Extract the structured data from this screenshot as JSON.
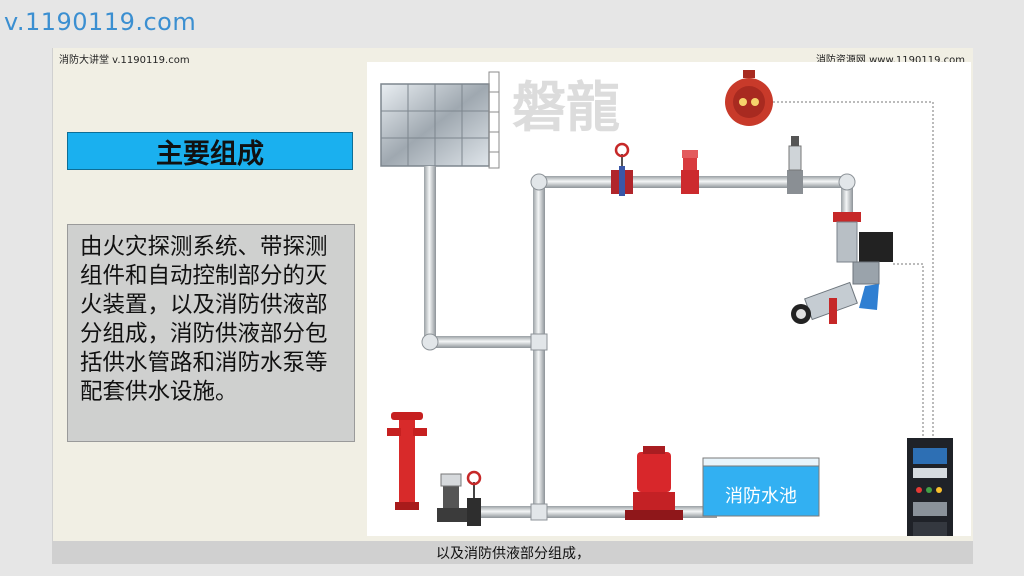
{
  "watermark": "v.1190119.com",
  "slide": {
    "header_left": "消防大讲堂 v.1190119.com",
    "header_right": "消防资源网 www.1190119.com",
    "title": "主要组成",
    "body_text": "由火灾探测系统、带探测组件和自动控制部分的灭火装置，以及消防供液部分组成，消防供液部分包括供水管路和消防水泵等配套供水设施。",
    "caption": "以及消防供液部分组成，",
    "diagram": {
      "pool_label": "消防水池",
      "bg_logo_text": "磐龍"
    }
  },
  "colors": {
    "watermark": "#3b8fd1",
    "title_bg": "#1ab0ef",
    "pool_bg": "#32b0f2",
    "pump_red": "#d8272b"
  }
}
